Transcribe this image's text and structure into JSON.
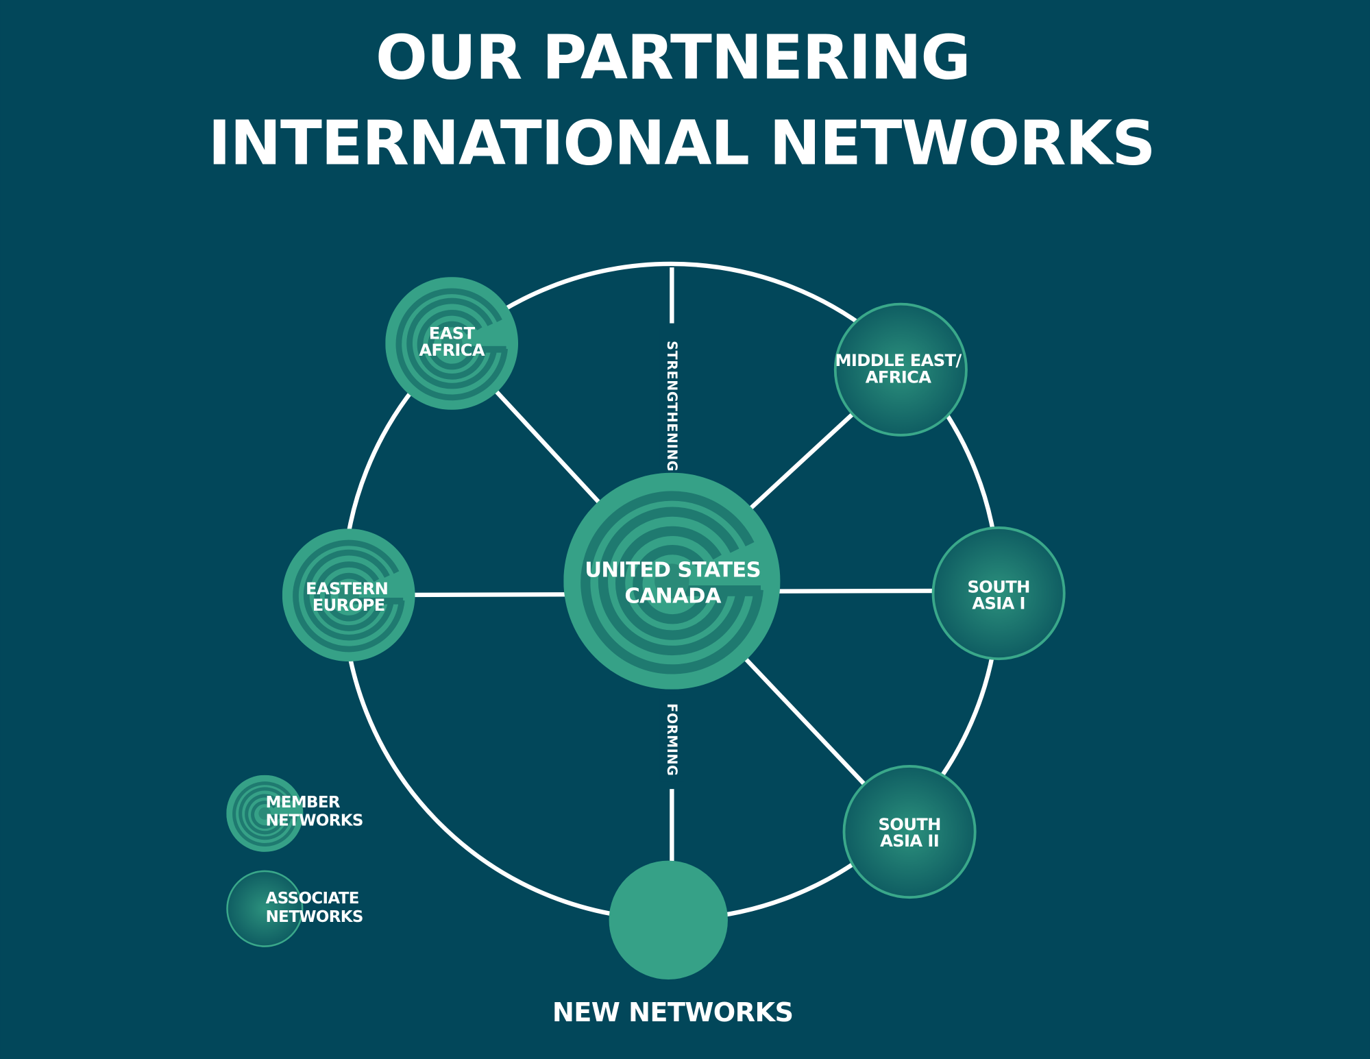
{
  "title": {
    "line1": "OUR PARTNERING",
    "line2": "INTERNATIONAL NETWORKS"
  },
  "colors": {
    "background": "#02475a",
    "member": "#36a187",
    "member_stripe": "#1f7a70",
    "associate_edge": "#0f5d62",
    "associate_center": "#2c917d",
    "line": "#ffffff"
  },
  "center": {
    "line1": "UNITED STATES",
    "line2": "CANADA",
    "type": "member"
  },
  "nodes": [
    {
      "id": "east-africa",
      "line1": "EAST",
      "line2": "AFRICA",
      "type": "member"
    },
    {
      "id": "middle-east-africa",
      "line1": "MIDDLE EAST/",
      "line2": "AFRICA",
      "type": "associate"
    },
    {
      "id": "eastern-europe",
      "line1": "EASTERN",
      "line2": "EUROPE",
      "type": "member"
    },
    {
      "id": "south-asia-1",
      "line1": "SOUTH",
      "line2": "ASIA I",
      "type": "associate"
    },
    {
      "id": "south-asia-2",
      "line1": "SOUTH",
      "line2": "ASIA II",
      "type": "associate"
    }
  ],
  "labels": {
    "strengthening": "STRENGTHENING",
    "forming": "FORMING",
    "new_networks": "NEW NETWORKS"
  },
  "legend": {
    "member": {
      "line1": "MEMBER",
      "line2": "NETWORKS"
    },
    "associate": {
      "line1": "ASSOCIATE",
      "line2": "NETWORKS"
    }
  }
}
